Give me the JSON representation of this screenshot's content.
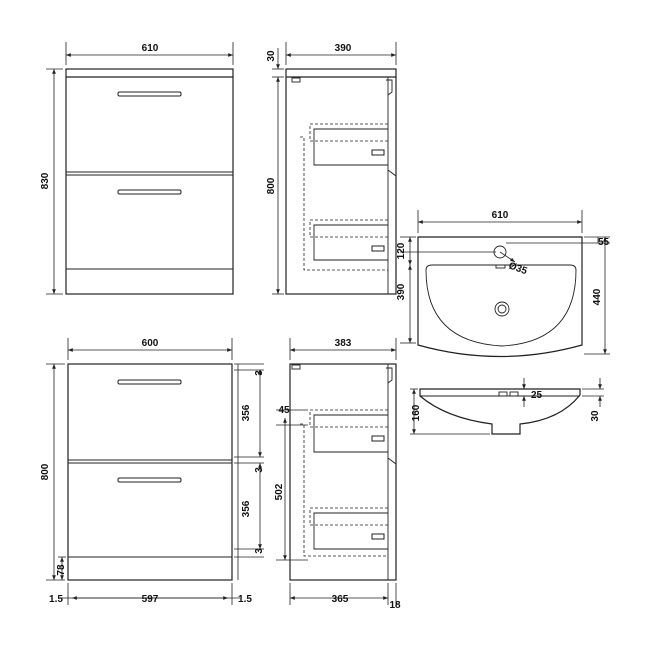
{
  "drawing": {
    "unit": "mm",
    "front_top": {
      "width": "610",
      "height": "830"
    },
    "side_top": {
      "top": "30",
      "depth": "390",
      "height": "800"
    },
    "basin_top": {
      "width": "610",
      "front_depth": "55",
      "tap_offset": "120",
      "tap_hole": "Ø35",
      "bowl_depth": "390",
      "overall_depth": "440"
    },
    "basin_side": {
      "bowl_height": "160",
      "rim": "25",
      "lip": "30"
    },
    "front_bottom": {
      "width": "600",
      "height": "800",
      "gap_top": "3",
      "drawer_1": "356",
      "gap_mid": "3",
      "drawer_2": "356",
      "gap_bottom": "3",
      "plinth": "78",
      "side_left": "1.5",
      "inner_width": "597",
      "side_right": "1.5"
    },
    "side_bottom": {
      "depth": "383",
      "drawer_offset": "45",
      "drawer_depth": "502",
      "carcass_depth": "365",
      "door_thickness": "18"
    }
  }
}
